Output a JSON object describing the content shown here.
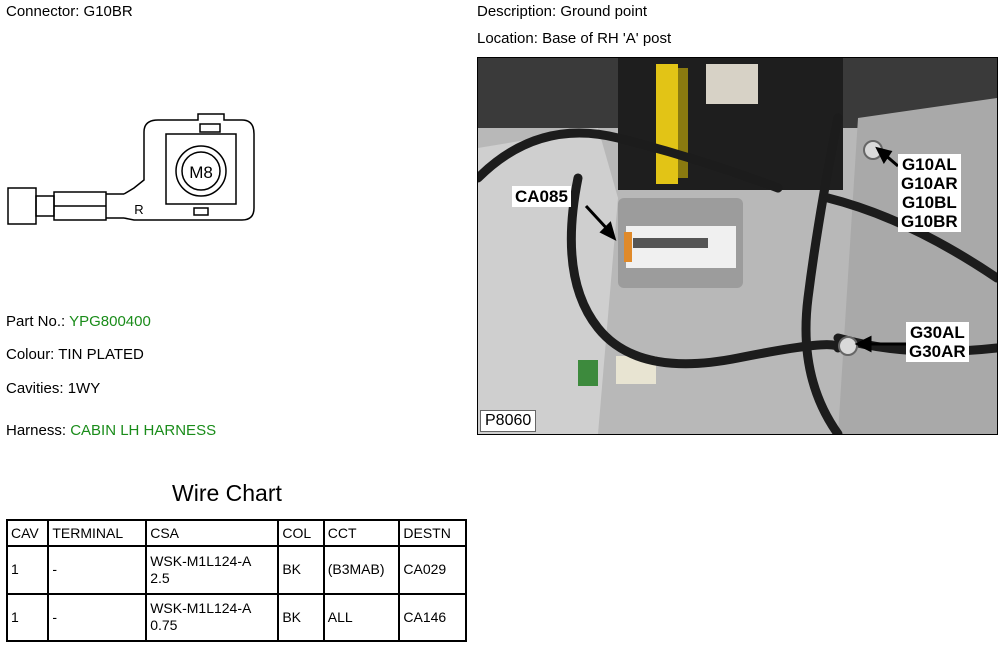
{
  "connector": {
    "label": "Connector:",
    "value": "G10BR"
  },
  "description": {
    "label": "Description:",
    "value": "Ground point"
  },
  "location": {
    "label": "Location:",
    "value": "Base of RH 'A' post"
  },
  "drawing": {
    "stud_text": "M8",
    "side_mark": "R"
  },
  "part_no": {
    "label": "Part No.:",
    "value": "YPG800400"
  },
  "colour": {
    "label": "Colour:",
    "value": "TIN PLATED"
  },
  "cavities": {
    "label": "Cavities:",
    "value": "1WY"
  },
  "harness": {
    "label": "Harness:",
    "value": "CABIN LH HARNESS"
  },
  "wire_chart": {
    "title": "Wire Chart",
    "headers": [
      "CAV",
      "TERMINAL",
      "CSA",
      "COL",
      "CCT",
      "DESTN"
    ],
    "rows": [
      {
        "cav": "1",
        "terminal": "-",
        "csa_line1": "WSK-M1L124-A",
        "csa_line2": "2.5",
        "col": "BK",
        "cct": "(B3MAB)",
        "destn": "CA029"
      },
      {
        "cav": "1",
        "terminal": "-",
        "csa_line1": "WSK-M1L124-A",
        "csa_line2": "0.75",
        "col": "BK",
        "cct": "ALL",
        "destn": "CA146"
      }
    ]
  },
  "photo": {
    "reference": "P8060",
    "callouts": {
      "ca085": "CA085",
      "g10": [
        "G10AL",
        "G10AR",
        "G10BL",
        "G10BR"
      ],
      "g30": [
        "G30AL",
        "G30AR"
      ]
    }
  },
  "colors": {
    "green_text": "#1a8c1a"
  }
}
